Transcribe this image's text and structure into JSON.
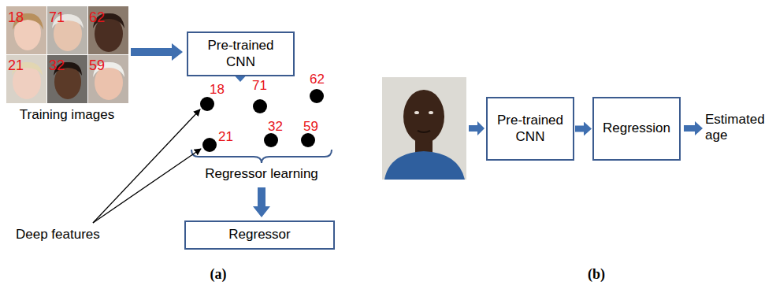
{
  "diagram": {
    "nodes": [
      {
        "text": [
          "Pre-trained CNN"
        ]
      },
      {
        "text": [
          "Regressor"
        ]
      },
      {
        "text": [
          "Pre-trained CNN"
        ]
      },
      {
        "text": [
          "Regression"
        ]
      }
    ],
    "edges": [
      {
        "from": 2,
        "to": 3,
        "arrow": "to"
      }
    ],
    "labels": [
      "18",
      "71",
      "62",
      "21",
      "32",
      "59",
      "Training images",
      "18",
      "71",
      "62",
      "21",
      "32",
      "59",
      "Regressor learning",
      "Deep features",
      "(a)",
      "(b)",
      "Estimated age"
    ]
  }
}
